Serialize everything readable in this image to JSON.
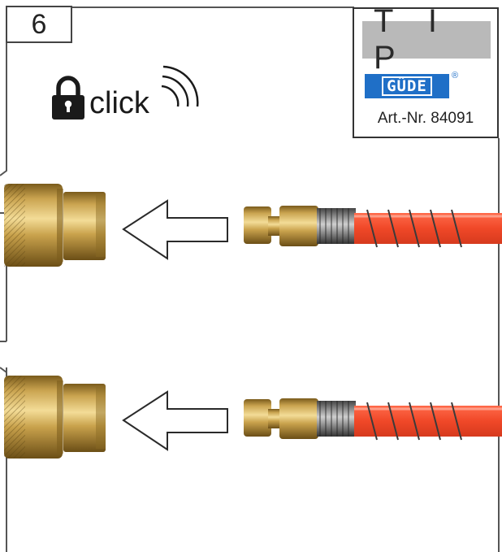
{
  "step": {
    "number": "6"
  },
  "sound_cue": {
    "label": "click",
    "lock_icon": "padlock-icon",
    "sound_icon": "sound-waves-icon"
  },
  "tip_panel": {
    "title": "T I P",
    "brand": "GÜDE",
    "article_number": "Art.-Nr. 84091"
  },
  "colors": {
    "brass": "#c8a24a",
    "brass_dark": "#8a6a24",
    "hose": "#ee4a2c",
    "brand_blue": "#1f6fc7",
    "tip_band": "#b9b9b9"
  },
  "illustration": {
    "rows": [
      {
        "name": "upper-connection",
        "coupling": "female-coupling",
        "arrow": "insert-left-arrow",
        "plug": "male-plug",
        "hose": "air-hose"
      },
      {
        "name": "lower-connection",
        "coupling": "female-coupling",
        "arrow": "insert-left-arrow",
        "plug": "male-plug",
        "hose": "air-hose"
      }
    ]
  }
}
